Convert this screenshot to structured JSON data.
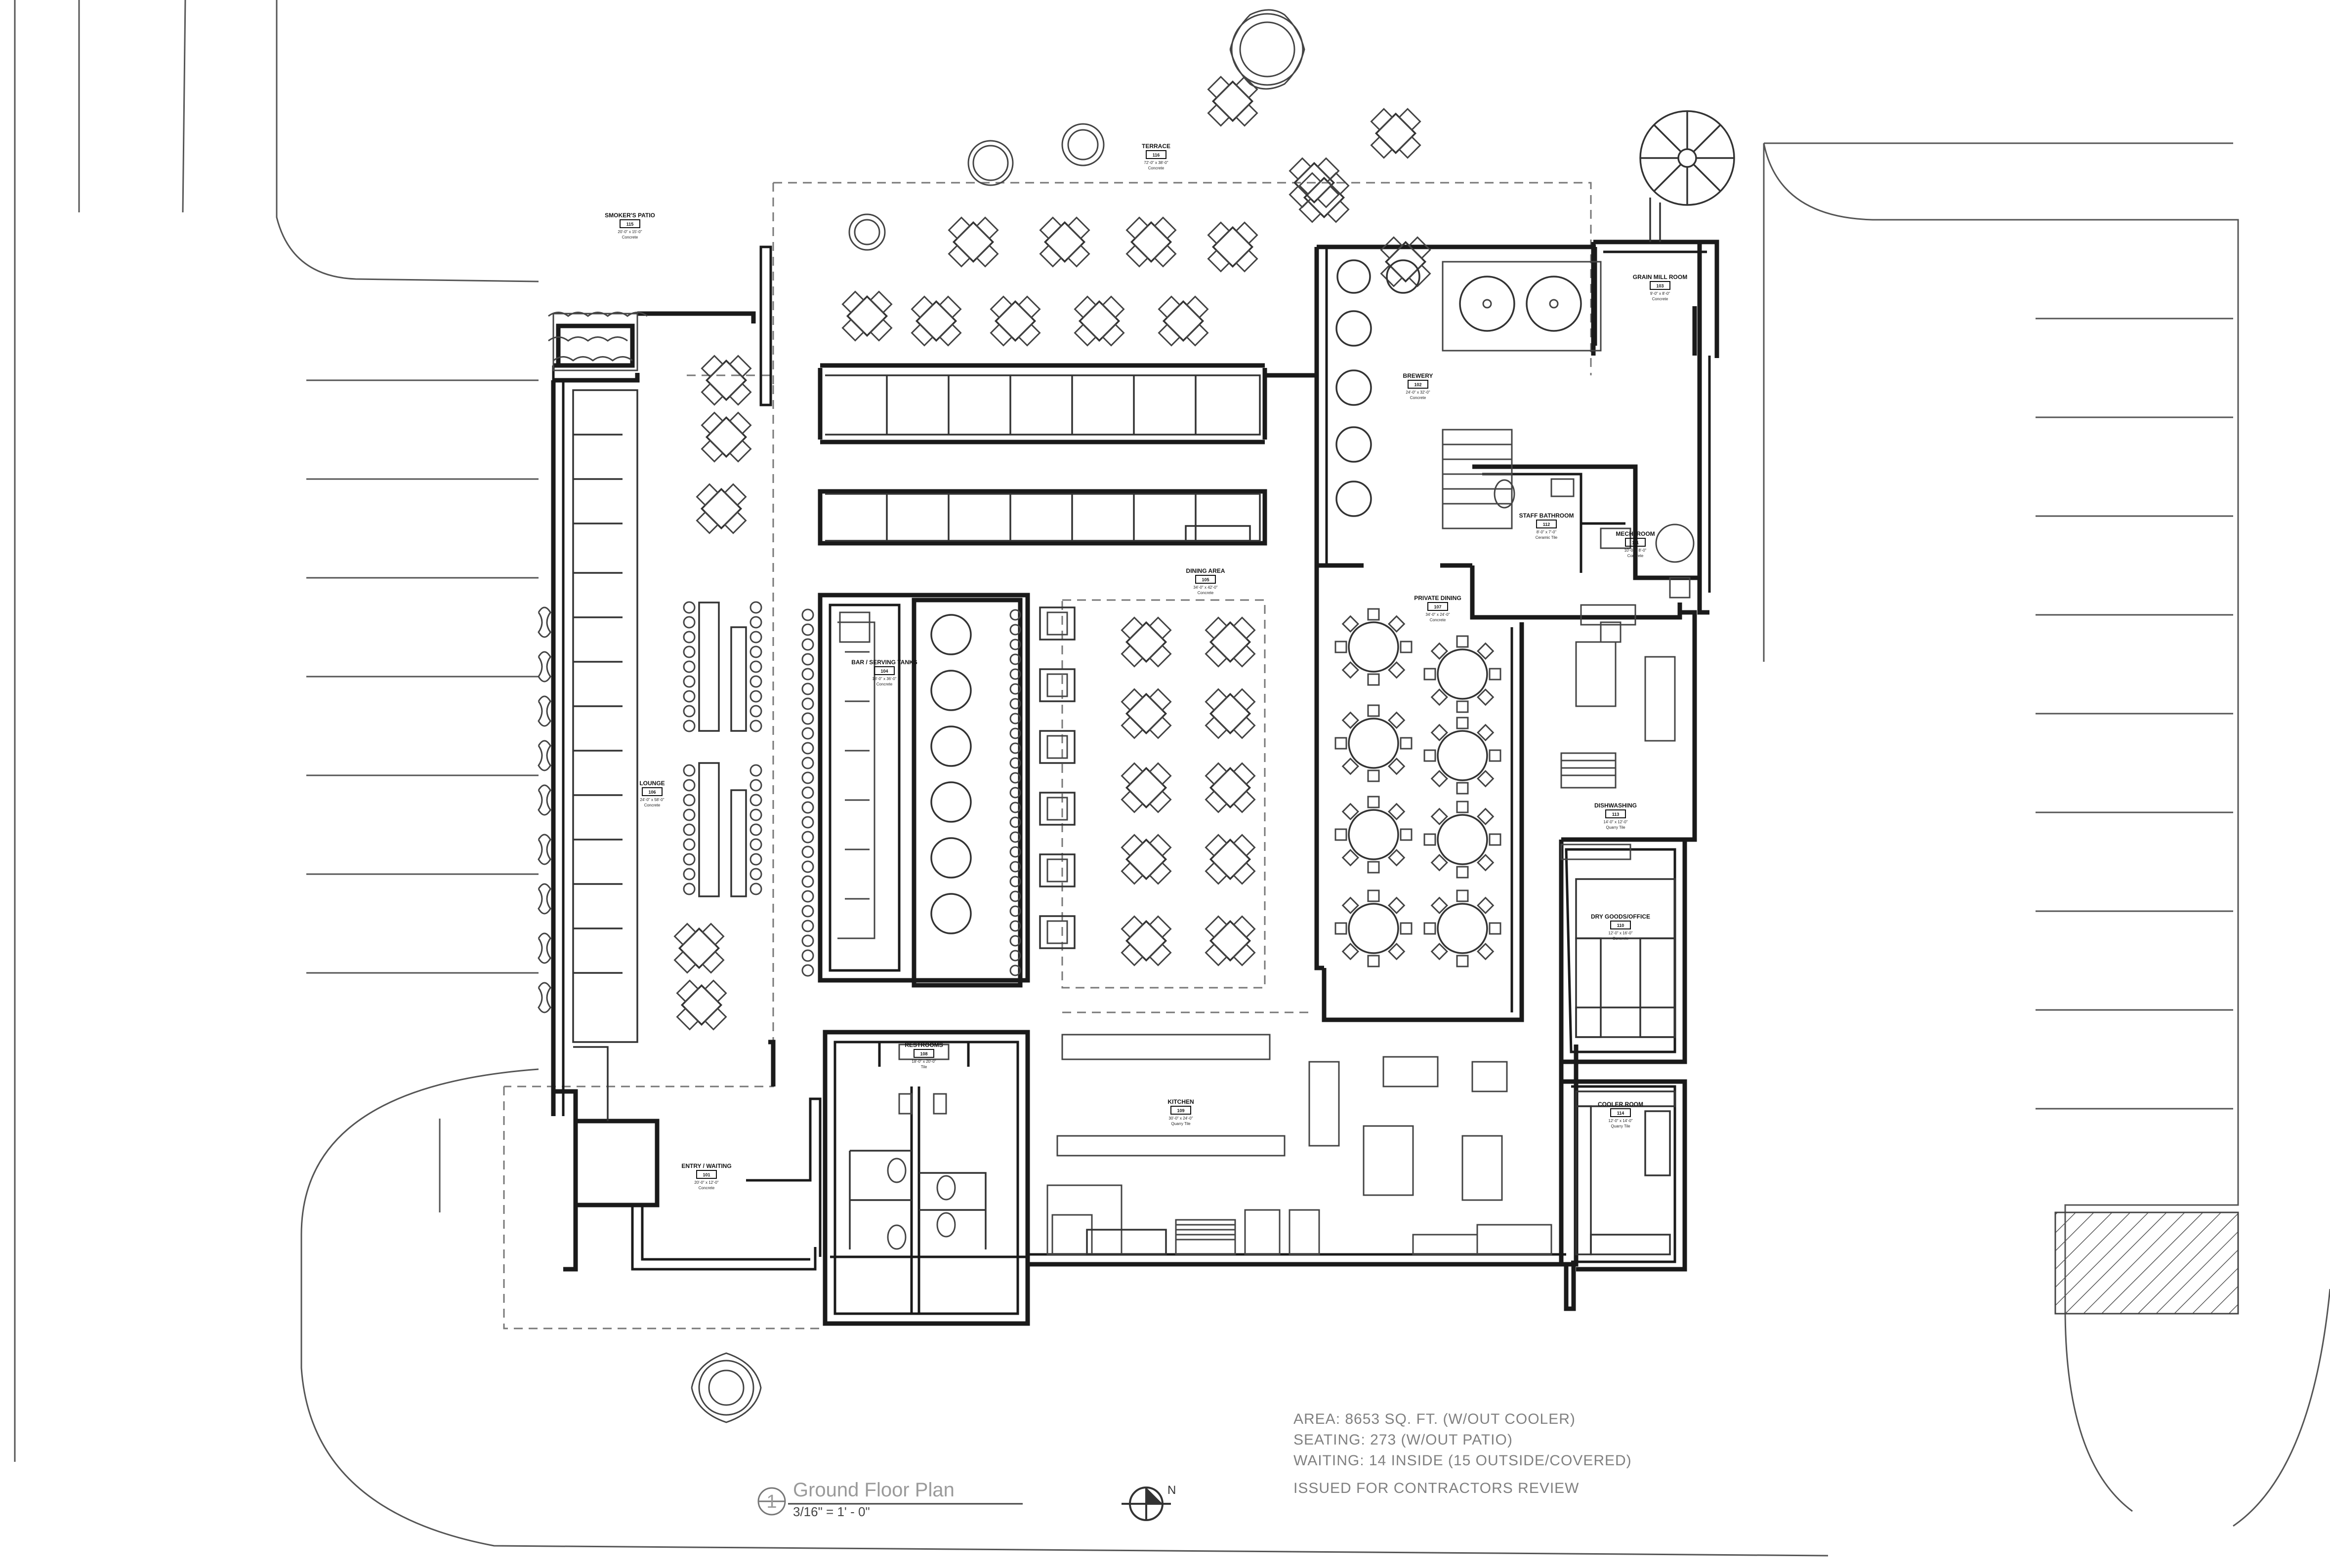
{
  "rooms": [
    {
      "id": "smokers-patio",
      "name": "SMOKER'S PATIO",
      "number": "115",
      "dims": "20'-0\" x 15'-0\"",
      "finish": "Concrete"
    },
    {
      "id": "terrace",
      "name": "TERRACE",
      "number": "116",
      "dims": "72'-0\" x 38'-0\"",
      "finish": "Concrete"
    },
    {
      "id": "brewery",
      "name": "BREWERY",
      "number": "102",
      "dims": "24'-0\" x 32'-0\"",
      "finish": "Concrete"
    },
    {
      "id": "grain-mill",
      "name": "GRAIN MILL ROOM",
      "number": "103",
      "dims": "9'-0\" x 8'-0\"",
      "finish": "Concrete"
    },
    {
      "id": "staff-bathroom",
      "name": "STAFF BATHROOM",
      "number": "112",
      "dims": "8'-0\" x 7'-0\"",
      "finish": "Ceramic Tile"
    },
    {
      "id": "mech-room",
      "name": "MECH. ROOM",
      "number": "111",
      "dims": "10'-0\" x 8'-0\"",
      "finish": "Concrete"
    },
    {
      "id": "dining-area",
      "name": "DINING AREA",
      "number": "105",
      "dims": "34'-0\" x 42'-0\"",
      "finish": "Concrete"
    },
    {
      "id": "private-dining",
      "name": "PRIVATE DINING",
      "number": "107",
      "dims": "34'-0\" x 24'-0\"",
      "finish": "Concrete"
    },
    {
      "id": "bar-serving",
      "name": "BAR / SERVING TANKS",
      "number": "104",
      "dims": "18'-0\" x 36'-0\"",
      "finish": "Concrete"
    },
    {
      "id": "lounge",
      "name": "LOUNGE",
      "number": "106",
      "dims": "24'-0\" x 58'-0\"",
      "finish": "Concrete"
    },
    {
      "id": "dishwashing",
      "name": "DISHWASHING",
      "number": "113",
      "dims": "14'-0\" x 12'-0\"",
      "finish": "Quarry Tile"
    },
    {
      "id": "dry-goods",
      "name": "DRY GOODS/OFFICE",
      "number": "110",
      "dims": "12'-0\" x 16'-0\"",
      "finish": "Concrete"
    },
    {
      "id": "restrooms",
      "name": "RESTROOMS",
      "number": "108",
      "dims": "18'-0\" x 20'-0\"",
      "finish": "Tile"
    },
    {
      "id": "kitchen",
      "name": "KITCHEN",
      "number": "109",
      "dims": "30'-0\" x 24'-0\"",
      "finish": "Quarry Tile"
    },
    {
      "id": "cooler-room",
      "name": "COOLER ROOM",
      "number": "114",
      "dims": "12'-0\" x 14'-0\"",
      "finish": "Quarry Tile"
    },
    {
      "id": "entry",
      "name": "ENTRY / WAITING",
      "number": "101",
      "dims": "20'-0\" x 12'-0\"",
      "finish": "Concrete"
    }
  ],
  "notes": {
    "area": "AREA:  8653 SQ. FT. (W/OUT COOLER)",
    "seating": "SEATING:  273 (W/OUT PATIO)",
    "waiting": "WAITING: 14 INSIDE (15 OUTSIDE/COVERED)",
    "issued": "ISSUED FOR CONTRACTORS REVIEW"
  },
  "title_block": {
    "number": "1",
    "title": "Ground Floor Plan",
    "scale": "3/16\" = 1' - 0\"",
    "north": "N"
  },
  "colors": {
    "line": "#1a1a1a",
    "text": "#111111",
    "note_text": "#808080"
  }
}
